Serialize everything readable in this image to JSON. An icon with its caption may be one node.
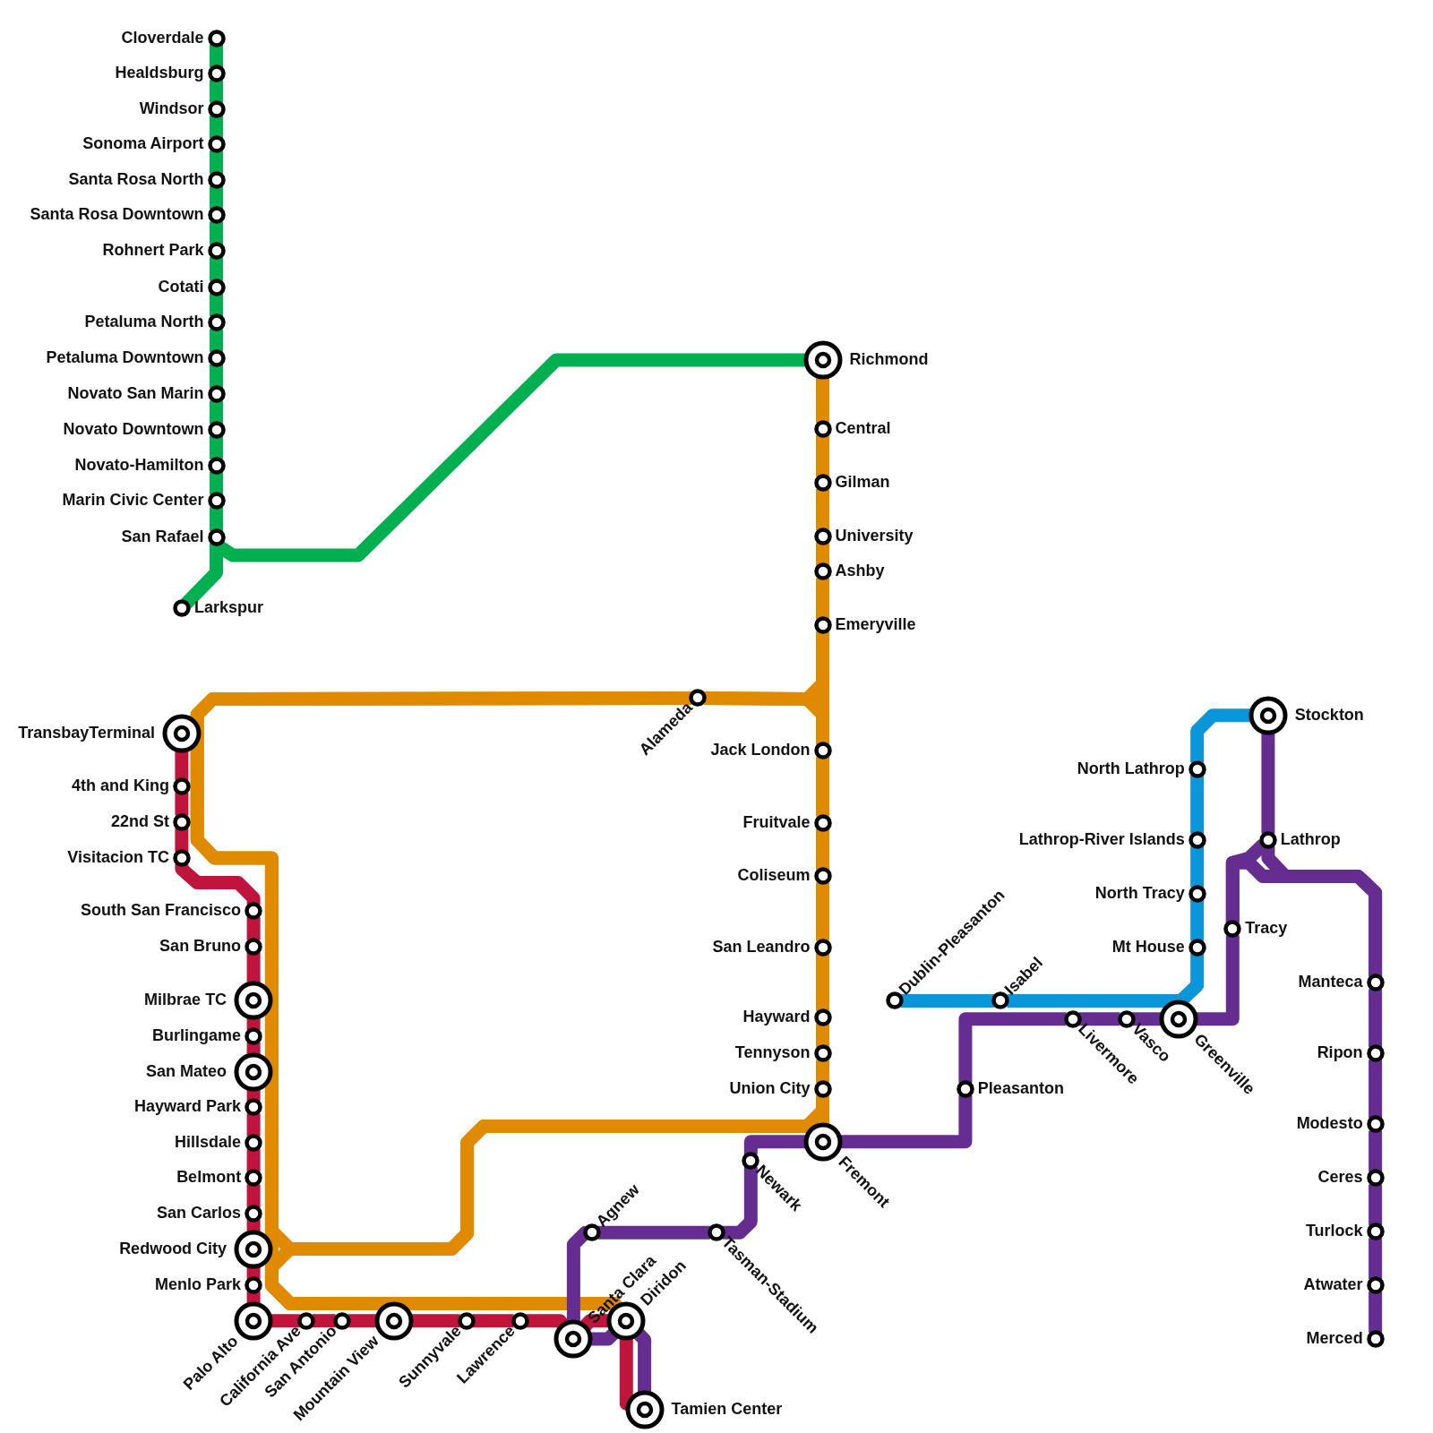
{
  "diagram": {
    "nodes": [
      {
        "text": [
          "Cloverdale"
        ]
      },
      {
        "text": [
          "Healdsburg"
        ]
      },
      {
        "text": [
          "Windsor"
        ]
      },
      {
        "text": [
          "Sonoma Airport"
        ]
      },
      {
        "text": [
          "Santa Rosa North"
        ]
      },
      {
        "text": [
          "Santa Rosa Downtown"
        ]
      },
      {
        "text": [
          "Rohnert Park"
        ]
      },
      {
        "text": [
          "Cotati"
        ]
      },
      {
        "text": [
          "Petaluma North"
        ]
      },
      {
        "text": [
          "Petaluma Downtown"
        ]
      },
      {
        "text": [
          "Novato San Marin"
        ]
      },
      {
        "text": [
          "Novato Downtown"
        ]
      },
      {
        "text": [
          "Novato-Hamilton"
        ]
      },
      {
        "text": [
          "Marin Civic Center"
        ]
      },
      {
        "text": [
          "San Rafael"
        ]
      },
      {
        "text": [
          "Larkspur"
        ]
      },
      {
        "text": [
          "Richmond"
        ]
      },
      {
        "text": [
          "Central"
        ]
      },
      {
        "text": [
          "Gilman"
        ]
      },
      {
        "text": [
          "University"
        ]
      },
      {
        "text": [
          "Ashby"
        ]
      },
      {
        "text": [
          "Emeryville"
        ]
      },
      {
        "text": [
          "Alameda"
        ]
      },
      {
        "text": [
          "Jack London"
        ]
      },
      {
        "text": [
          "Fruitvale"
        ]
      },
      {
        "text": [
          "Coliseum"
        ]
      },
      {
        "text": [
          "San Leandro"
        ]
      },
      {
        "text": [
          "Hayward"
        ]
      },
      {
        "text": [
          "Tennyson"
        ]
      },
      {
        "text": [
          "Union City"
        ]
      },
      {
        "text": [
          "Fremont"
        ]
      },
      {
        "text": [
          "TransbayTerminal"
        ]
      },
      {
        "text": [
          "4th and King"
        ]
      },
      {
        "text": [
          "22nd St"
        ]
      },
      {
        "text": [
          "Visitacion TC"
        ]
      },
      {
        "text": [
          "South San Francisco"
        ]
      },
      {
        "text": [
          "San Bruno"
        ]
      },
      {
        "text": [
          "Milbrae TC"
        ]
      },
      {
        "text": [
          "Burlingame"
        ]
      },
      {
        "text": [
          "San Mateo"
        ]
      },
      {
        "text": [
          "Hayward Park"
        ]
      },
      {
        "text": [
          "Hillsdale"
        ]
      },
      {
        "text": [
          "Belmont"
        ]
      },
      {
        "text": [
          "San Carlos"
        ]
      },
      {
        "text": [
          "Redwood City"
        ]
      },
      {
        "text": [
          "Menlo Park"
        ]
      },
      {
        "text": [
          "Palo Alto"
        ]
      },
      {
        "text": [
          "California Ave"
        ]
      },
      {
        "text": [
          "San Antonio"
        ]
      },
      {
        "text": [
          "Mountain View"
        ]
      },
      {
        "text": [
          "Sunnyvale"
        ]
      },
      {
        "text": [
          "Lawrence"
        ]
      },
      {
        "text": [
          "Santa Clara"
        ]
      },
      {
        "text": [
          "Diridon"
        ]
      },
      {
        "text": [
          "Tamien Center"
        ]
      },
      {
        "text": [
          "Agnew"
        ]
      },
      {
        "text": [
          "Tasman-Stadium"
        ]
      },
      {
        "text": [
          "Newark"
        ]
      },
      {
        "text": [
          "Pleasanton"
        ]
      },
      {
        "text": [
          "Livermore"
        ]
      },
      {
        "text": [
          "Vasco"
        ]
      },
      {
        "text": [
          "Greenville"
        ]
      },
      {
        "text": [
          "Tracy"
        ]
      },
      {
        "text": [
          "Lathrop"
        ]
      },
      {
        "text": [
          "Stockton"
        ]
      },
      {
        "text": [
          "Manteca"
        ]
      },
      {
        "text": [
          "Ripon"
        ]
      },
      {
        "text": [
          "Modesto"
        ]
      },
      {
        "text": [
          "Ceres"
        ]
      },
      {
        "text": [
          "Turlock"
        ]
      },
      {
        "text": [
          "Atwater"
        ]
      },
      {
        "text": [
          "Merced"
        ]
      },
      {
        "text": [
          "Dublin-Pleasanton"
        ]
      },
      {
        "text": [
          "Isabel"
        ]
      },
      {
        "text": [
          "Mt House"
        ]
      },
      {
        "text": [
          "North Tracy"
        ]
      },
      {
        "text": [
          "Lathrop-River Islands"
        ]
      },
      {
        "text": [
          "North Lathrop"
        ]
      }
    ],
    "edges": [
      {
        "from": 0,
        "to": 1,
        "arrow": "none",
        "color": "#00b050"
      },
      {
        "from": 1,
        "to": 2,
        "arrow": "none",
        "color": "#00b050"
      },
      {
        "from": 2,
        "to": 3,
        "arrow": "none",
        "color": "#00b050"
      },
      {
        "from": 3,
        "to": 4,
        "arrow": "none",
        "color": "#00b050"
      },
      {
        "from": 4,
        "to": 5,
        "arrow": "none",
        "color": "#00b050"
      },
      {
        "from": 5,
        "to": 6,
        "arrow": "none",
        "color": "#00b050"
      },
      {
        "from": 6,
        "to": 7,
        "arrow": "none",
        "color": "#00b050"
      },
      {
        "from": 7,
        "to": 8,
        "arrow": "none",
        "color": "#00b050"
      },
      {
        "from": 8,
        "to": 9,
        "arrow": "none",
        "color": "#00b050"
      },
      {
        "from": 9,
        "to": 10,
        "arrow": "none",
        "color": "#00b050"
      },
      {
        "from": 10,
        "to": 11,
        "arrow": "none",
        "color": "#00b050"
      },
      {
        "from": 11,
        "to": 12,
        "arrow": "none",
        "color": "#00b050"
      },
      {
        "from": 12,
        "to": 13,
        "arrow": "none",
        "color": "#00b050"
      },
      {
        "from": 13,
        "to": 14,
        "arrow": "none",
        "color": "#00b050"
      },
      {
        "from": 14,
        "to": 15,
        "arrow": "none",
        "color": "#00b050"
      },
      {
        "from": 14,
        "to": 16,
        "arrow": "none",
        "color": "#00b050"
      },
      {
        "from": 16,
        "to": 17,
        "arrow": "none",
        "color": "#e08a00"
      },
      {
        "from": 17,
        "to": 18,
        "arrow": "none",
        "color": "#e08a00"
      },
      {
        "from": 18,
        "to": 19,
        "arrow": "none",
        "color": "#e08a00"
      },
      {
        "from": 19,
        "to": 20,
        "arrow": "none",
        "color": "#e08a00"
      },
      {
        "from": 20,
        "to": 21,
        "arrow": "none",
        "color": "#e08a00"
      },
      {
        "from": 21,
        "to": 23,
        "arrow": "none",
        "color": "#e08a00"
      },
      {
        "from": 21,
        "to": 22,
        "arrow": "none",
        "color": "#e08a00"
      },
      {
        "from": 22,
        "to": 23,
        "arrow": "none",
        "color": "#e08a00"
      },
      {
        "from": 23,
        "to": 24,
        "arrow": "none",
        "color": "#e08a00"
      },
      {
        "from": 24,
        "to": 25,
        "arrow": "none",
        "color": "#e08a00"
      },
      {
        "from": 25,
        "to": 26,
        "arrow": "none",
        "color": "#e08a00"
      },
      {
        "from": 26,
        "to": 27,
        "arrow": "none",
        "color": "#e08a00"
      },
      {
        "from": 27,
        "to": 28,
        "arrow": "none",
        "color": "#e08a00"
      },
      {
        "from": 28,
        "to": 29,
        "arrow": "none",
        "color": "#e08a00"
      },
      {
        "from": 29,
        "to": 30,
        "arrow": "none",
        "color": "#e08a00"
      },
      {
        "from": 22,
        "to": 53,
        "arrow": "none",
        "color": "#e08a00"
      },
      {
        "from": 29,
        "to": 53,
        "arrow": "none",
        "color": "#e08a00"
      },
      {
        "from": 29,
        "to": 22,
        "arrow": "none",
        "color": "#e08a00"
      },
      {
        "from": 31,
        "to": 32,
        "arrow": "none",
        "color": "#c0143c"
      },
      {
        "from": 32,
        "to": 33,
        "arrow": "none",
        "color": "#c0143c"
      },
      {
        "from": 33,
        "to": 34,
        "arrow": "none",
        "color": "#c0143c"
      },
      {
        "from": 34,
        "to": 35,
        "arrow": "none",
        "color": "#c0143c"
      },
      {
        "from": 35,
        "to": 36,
        "arrow": "none",
        "color": "#c0143c"
      },
      {
        "from": 36,
        "to": 37,
        "arrow": "none",
        "color": "#c0143c"
      },
      {
        "from": 37,
        "to": 38,
        "arrow": "none",
        "color": "#c0143c"
      },
      {
        "from": 38,
        "to": 39,
        "arrow": "none",
        "color": "#c0143c"
      },
      {
        "from": 39,
        "to": 40,
        "arrow": "none",
        "color": "#c0143c"
      },
      {
        "from": 40,
        "to": 41,
        "arrow": "none",
        "color": "#c0143c"
      },
      {
        "from": 41,
        "to": 42,
        "arrow": "none",
        "color": "#c0143c"
      },
      {
        "from": 42,
        "to": 43,
        "arrow": "none",
        "color": "#c0143c"
      },
      {
        "from": 43,
        "to": 44,
        "arrow": "none",
        "color": "#c0143c"
      },
      {
        "from": 44,
        "to": 45,
        "arrow": "none",
        "color": "#c0143c"
      },
      {
        "from": 45,
        "to": 46,
        "arrow": "none",
        "color": "#c0143c"
      },
      {
        "from": 46,
        "to": 47,
        "arrow": "none",
        "color": "#c0143c"
      },
      {
        "from": 47,
        "to": 48,
        "arrow": "none",
        "color": "#c0143c"
      },
      {
        "from": 48,
        "to": 49,
        "arrow": "none",
        "color": "#c0143c"
      },
      {
        "from": 49,
        "to": 50,
        "arrow": "none",
        "color": "#c0143c"
      },
      {
        "from": 50,
        "to": 51,
        "arrow": "none",
        "color": "#c0143c"
      },
      {
        "from": 51,
        "to": 52,
        "arrow": "none",
        "color": "#c0143c"
      },
      {
        "from": 52,
        "to": 53,
        "arrow": "none",
        "color": "#c0143c"
      },
      {
        "from": 53,
        "to": 54,
        "arrow": "none",
        "color": "#c0143c"
      },
      {
        "from": 53,
        "to": 54,
        "arrow": "none",
        "color": "#662d91"
      },
      {
        "from": 53,
        "to": 52,
        "arrow": "none",
        "color": "#662d91"
      },
      {
        "from": 52,
        "to": 55,
        "arrow": "none",
        "color": "#662d91"
      },
      {
        "from": 55,
        "to": 56,
        "arrow": "none",
        "color": "#662d91"
      },
      {
        "from": 56,
        "to": 57,
        "arrow": "none",
        "color": "#662d91"
      },
      {
        "from": 57,
        "to": 30,
        "arrow": "none",
        "color": "#662d91"
      },
      {
        "from": 30,
        "to": 58,
        "arrow": "none",
        "color": "#662d91"
      },
      {
        "from": 58,
        "to": 59,
        "arrow": "none",
        "color": "#662d91"
      },
      {
        "from": 59,
        "to": 60,
        "arrow": "none",
        "color": "#662d91"
      },
      {
        "from": 60,
        "to": 61,
        "arrow": "none",
        "color": "#662d91"
      },
      {
        "from": 61,
        "to": 62,
        "arrow": "none",
        "color": "#662d91"
      },
      {
        "from": 62,
        "to": 63,
        "arrow": "none",
        "color": "#662d91"
      },
      {
        "from": 63,
        "to": 64,
        "arrow": "none",
        "color": "#662d91"
      },
      {
        "from": 63,
        "to": 65,
        "arrow": "none",
        "color": "#662d91"
      },
      {
        "from": 62,
        "to": 65,
        "arrow": "none",
        "color": "#662d91"
      },
      {
        "from": 65,
        "to": 66,
        "arrow": "none",
        "color": "#662d91"
      },
      {
        "from": 66,
        "to": 67,
        "arrow": "none",
        "color": "#662d91"
      },
      {
        "from": 67,
        "to": 68,
        "arrow": "none",
        "color": "#662d91"
      },
      {
        "from": 68,
        "to": 69,
        "arrow": "none",
        "color": "#662d91"
      },
      {
        "from": 69,
        "to": 70,
        "arrow": "none",
        "color": "#662d91"
      },
      {
        "from": 70,
        "to": 71,
        "arrow": "none",
        "color": "#662d91"
      },
      {
        "from": 72,
        "to": 73,
        "arrow": "none",
        "color": "#0a96d8"
      },
      {
        "from": 73,
        "to": 74,
        "arrow": "none",
        "color": "#0a96d8"
      },
      {
        "from": 74,
        "to": 75,
        "arrow": "none",
        "color": "#0a96d8"
      },
      {
        "from": 75,
        "to": 76,
        "arrow": "none",
        "color": "#0a96d8"
      },
      {
        "from": 76,
        "to": 77,
        "arrow": "none",
        "color": "#0a96d8"
      },
      {
        "from": 77,
        "to": 64,
        "arrow": "none",
        "color": "#0a96d8"
      }
    ]
  }
}
